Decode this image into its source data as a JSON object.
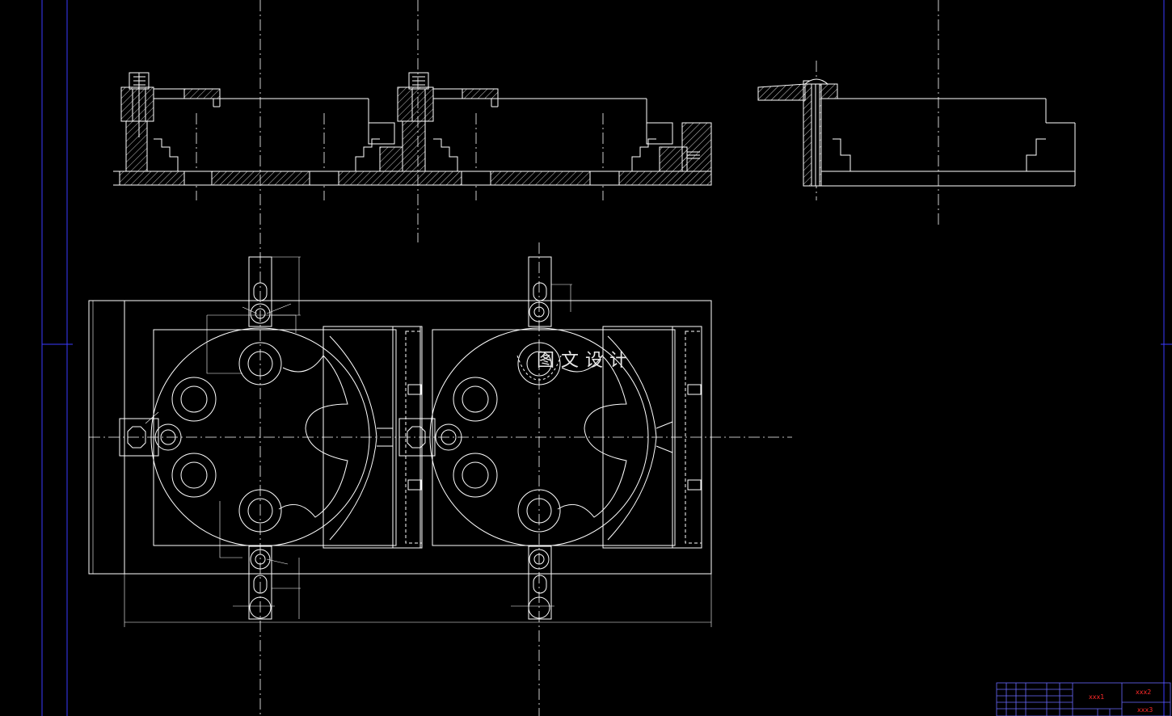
{
  "watermark": "图文设计",
  "title_block": {
    "cell_1": "xxx1",
    "cell_2": "xxx2",
    "cell_3": "xxx3"
  },
  "colors": {
    "background": "#000000",
    "linework": "#ffffff",
    "border": "#3a3aff",
    "title_block_lines": "#6a6aff",
    "title_block_text": "#ff2a2a",
    "title_block_labels": "#ff55ff"
  }
}
